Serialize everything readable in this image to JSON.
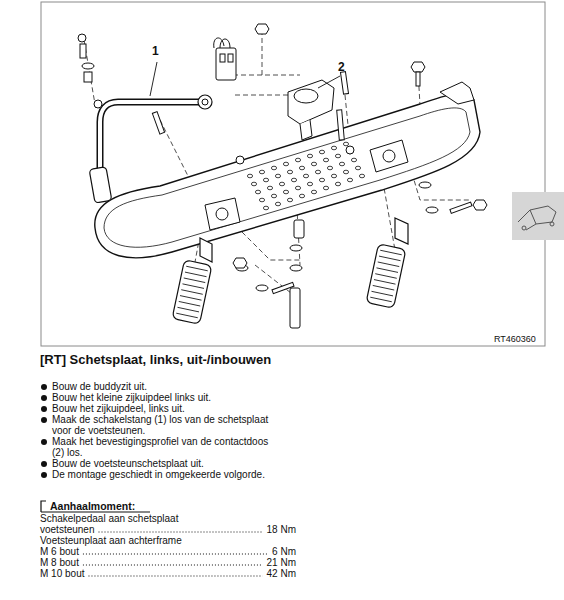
{
  "diagram": {
    "title": "[RT] Schetsplaat, links, uit-/inbouwen",
    "labels": [
      "1",
      "2",
      "RT460360",
      "Bouw de buddyzit uit.",
      "Bouw het kleine zijkuipdeel links uit.",
      "Bouw het zijkuipdeel, links uit.",
      "Maak de schakelstang (1) los van de schetsplaat voor de voetsteunen.",
      "Maak het bevestigingsprofiel van de contactdoos (2) los.",
      "Bouw de voetsteunschetsplaat uit.",
      "De montage geschiedt in omgekeerde volgorde.",
      "Aanhaalmoment:",
      "Schakelpedaal aan schetsplaat voetsteunen",
      "18 Nm",
      "Voetsteunplaat aan achterframe",
      "M 6 bout",
      "6 Nm",
      "M 8 bout",
      "21 Nm",
      "M 10 bout",
      "42 Nm"
    ]
  }
}
